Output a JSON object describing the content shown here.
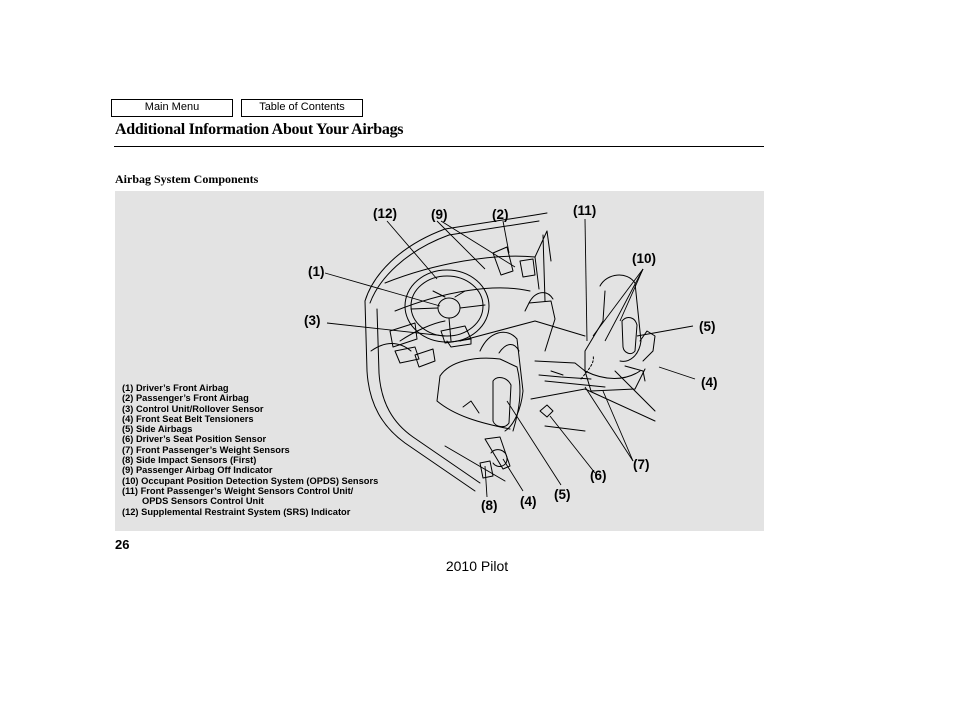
{
  "nav": {
    "main_menu": "Main Menu",
    "table_of_contents": "Table of Contents"
  },
  "page_title": "Additional Information About Your Airbags",
  "section_title": "Airbag System Components",
  "legend": [
    "(1) Driver’s Front Airbag",
    "(2) Passenger’s Front Airbag",
    "(3) Control Unit/Rollover Sensor",
    "(4) Front Seat Belt Tensioners",
    "(5) Side Airbags",
    "(6) Driver’s Seat Position Sensor",
    "(7) Front Passenger’s Weight Sensors",
    "(8) Side Impact Sensors (First)",
    "(9) Passenger Airbag Off Indicator",
    "(10) Occupant Position Detection System (OPDS) Sensors",
    "(11) Front Passenger’s Weight Sensors Control Unit/",
    "OPDS Sensors Control Unit",
    "(12) Supplemental Restraint System (SRS) Indicator"
  ],
  "callouts": {
    "c12": "(12)",
    "c9": "(9)",
    "c2": "(2)",
    "c11": "(11)",
    "c10": "(10)",
    "c1": "(1)",
    "c3": "(3)",
    "c5a": "(5)",
    "c4a": "(4)",
    "c7": "(7)",
    "c6": "(6)",
    "c8": "(8)",
    "c4b": "(4)",
    "c5b": "(5)"
  },
  "page_number": "26",
  "footer": "2010 Pilot"
}
